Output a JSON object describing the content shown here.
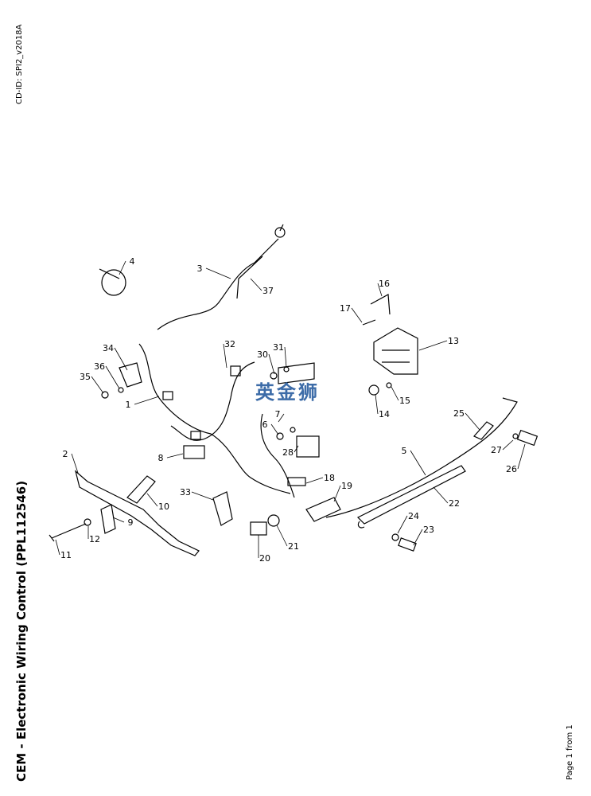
{
  "cd_id": "CD-ID: SPI2_v2018A",
  "title": "CEM - Electronic Wiring Control (PPL112546)",
  "page_info": "Page 1 from 1",
  "watermark": "英金狮",
  "callouts": [
    "4",
    "3",
    "37",
    "16",
    "17",
    "13",
    "34",
    "32",
    "31",
    "30",
    "36",
    "35",
    "15",
    "14",
    "1",
    "7",
    "6",
    "25",
    "27",
    "26",
    "5",
    "8",
    "28",
    "2",
    "18",
    "19",
    "33",
    "22",
    "10",
    "9",
    "24",
    "12",
    "23",
    "21",
    "11",
    "20"
  ]
}
